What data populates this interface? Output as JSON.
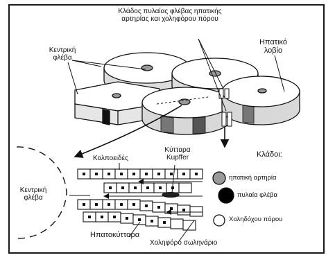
{
  "labels": {
    "portal_branches_line1": "Κλάδος πυλαίας φλέβας ηπατικής",
    "portal_branches_line2": "αρτηρίας και χοληφόρου πόρου",
    "central_vein_top_line1": "Κεντρική",
    "central_vein_top_line2": "φλέβα",
    "hepatic_lobule_line1": "Ηπατικό",
    "hepatic_lobule_line2": "λοβίο",
    "sinusoids": "Κολποειδές",
    "kupffer_line1": "Κύτταρα",
    "kupffer_line2": "Kupffer",
    "central_vein_left_line1": "Κεντρική",
    "central_vein_left_line2": "φλέβα",
    "hepatocytes": "Ηπατοκύτταρα",
    "bile_canaliculi": "Χοληφόρο σωληνάριο"
  },
  "legend": {
    "title": "Κλάδοι:",
    "items": [
      {
        "label": "ηπατική αρτηρία",
        "fill": "#9a9a9a"
      },
      {
        "label": "πυλαία φλέβα",
        "fill": "#000000"
      },
      {
        "label": "Χοληδόχου πόρου",
        "fill": "#ffffff"
      }
    ]
  }
}
